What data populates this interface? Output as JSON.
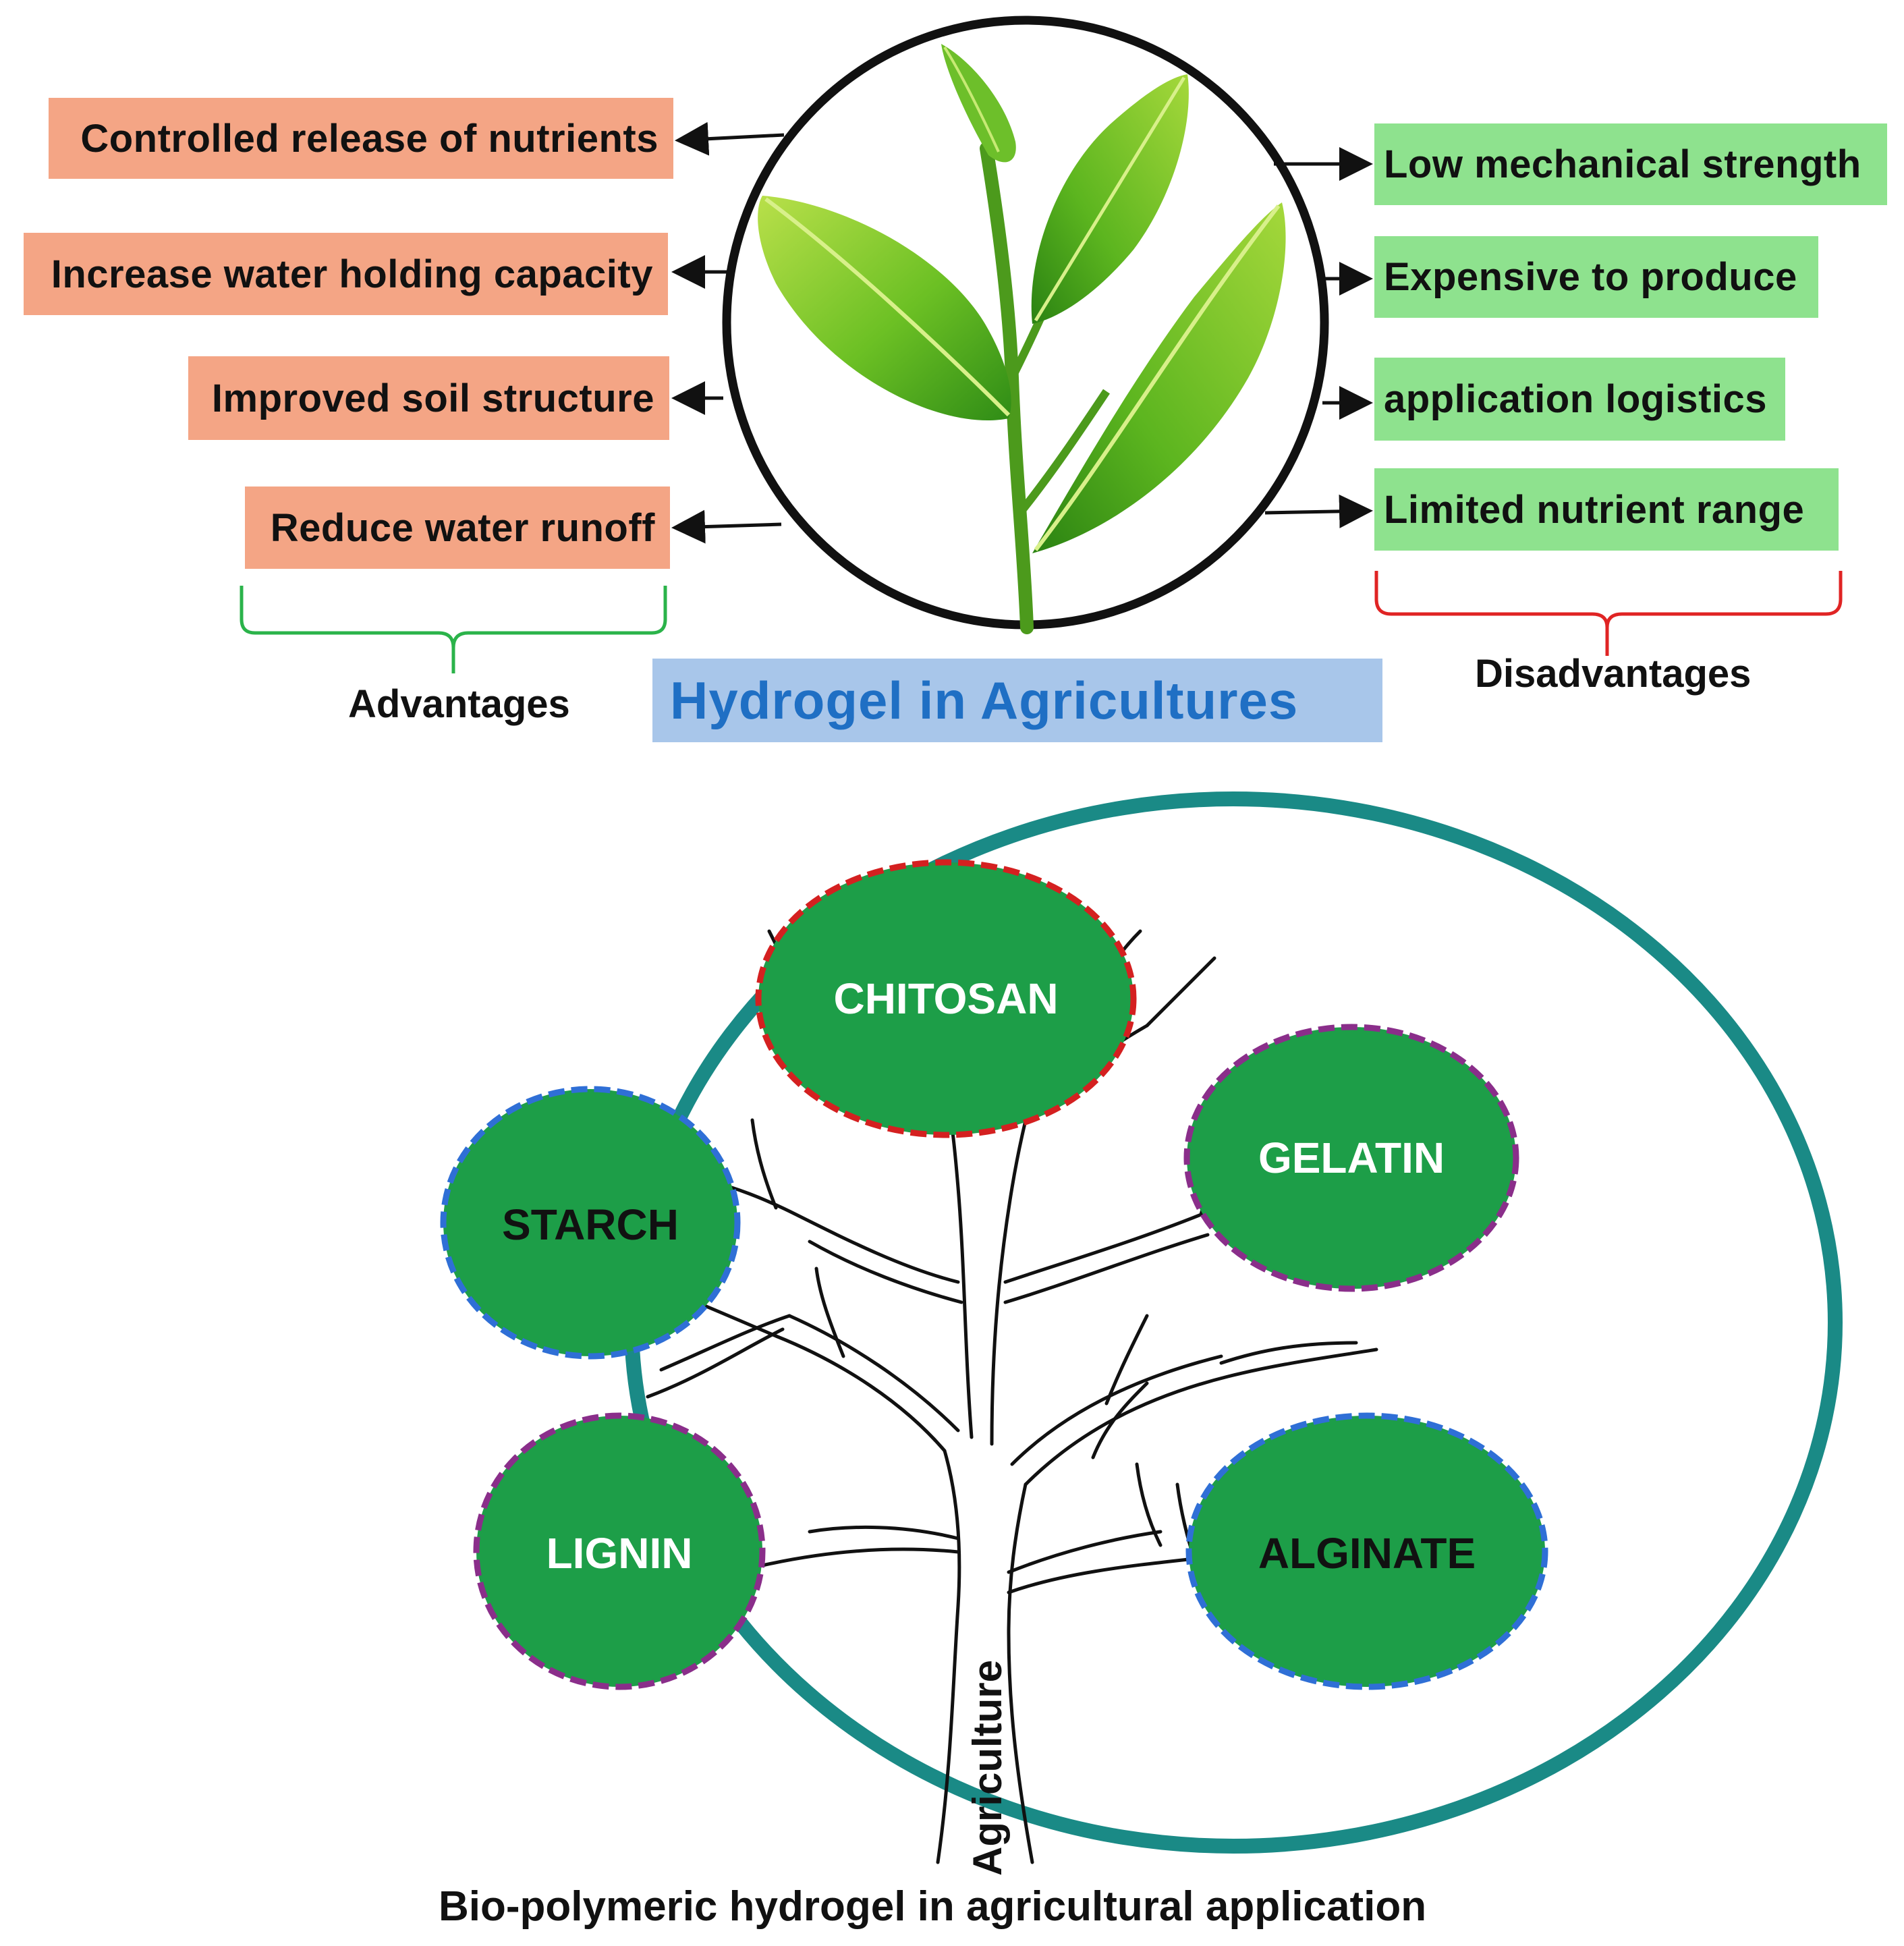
{
  "title": "Hydrogel in Agricultures",
  "advantages": {
    "caption": "Advantages",
    "items": [
      "Controlled release of nutrients",
      "Increase water holding capacity",
      "Improved soil structure",
      "Reduce water runoff"
    ]
  },
  "disadvantages": {
    "caption": "Disadvantages",
    "items": [
      "Low mechanical strength",
      "Expensive to produce",
      "application logistics",
      "Limited nutrient range"
    ]
  },
  "biopolymers": {
    "items": [
      "CHITOSAN",
      "STARCH",
      "GELATIN",
      "LIGNIN",
      "ALGINATE"
    ],
    "trunk_label": "Agriculture"
  },
  "bottom_caption": "Bio-polymeric hydrogel in agricultural application",
  "colors": {
    "advantage_fill": "#f4a585",
    "disadvantage_fill": "#8ee28e",
    "title_fill": "#a8c6ea",
    "title_text": "#1f6fc4",
    "polymer_fill": "#1d9e48",
    "outer_ring": "#1a8a86",
    "advantages_brace": "#2bb34a",
    "disadvantages_brace": "#e02424"
  }
}
